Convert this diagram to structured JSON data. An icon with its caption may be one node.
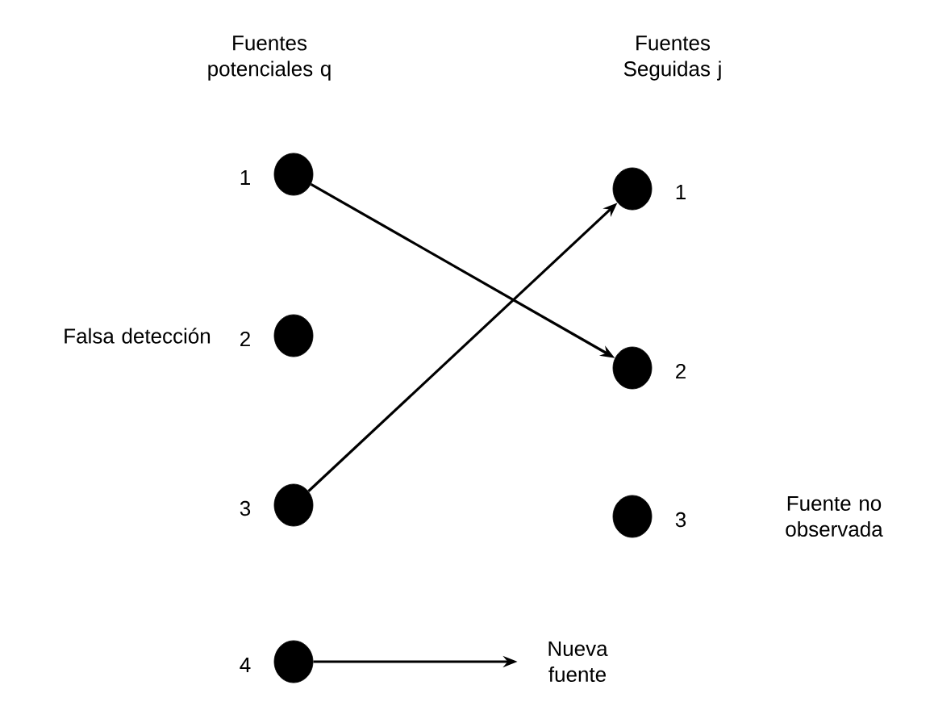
{
  "diagram": {
    "nodes": [
      {
        "text": [],
        "shape": "circle",
        "beside": [
          "1"
        ]
      },
      {
        "text": [],
        "shape": "circle",
        "beside": [
          "2"
        ]
      },
      {
        "text": [],
        "shape": "circle",
        "beside": [
          "3"
        ]
      },
      {
        "text": [],
        "shape": "circle",
        "beside": [
          "4"
        ]
      },
      {
        "text": [],
        "shape": "circle",
        "beside": [
          "1"
        ]
      },
      {
        "text": [],
        "shape": "circle",
        "beside": [
          "2"
        ]
      },
      {
        "text": [],
        "shape": "circle",
        "beside": [
          "3"
        ]
      },
      {
        "text": [
          "Nueva fuente"
        ]
      }
    ],
    "edges": [
      {
        "from": 0,
        "to": 5,
        "arrow": "to"
      },
      {
        "from": 2,
        "to": 4,
        "arrow": "to"
      },
      {
        "from": 3,
        "to": 7,
        "arrow": "to"
      }
    ],
    "labels": [
      "Fuentes potenciales q",
      "Fuentes Seguidas j",
      "Falsa detección",
      "Fuente no observada"
    ]
  }
}
